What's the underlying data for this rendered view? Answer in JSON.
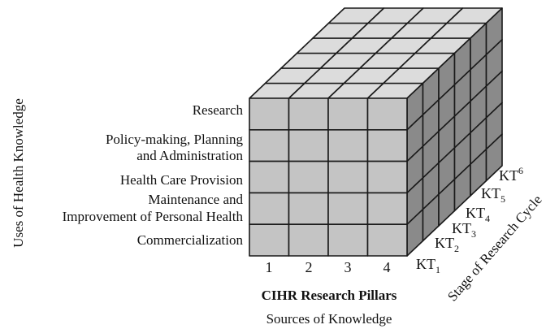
{
  "y_axis_title": "Uses of Health Knowledge",
  "front_rows": [
    {
      "lines": [
        "Research"
      ]
    },
    {
      "lines": [
        "Policy-making, Planning",
        "and Administration"
      ]
    },
    {
      "lines": [
        "Health Care Provision"
      ]
    },
    {
      "lines": [
        "Maintenance and",
        "Improvement of Personal Health"
      ]
    },
    {
      "lines": [
        "Commercialization"
      ]
    }
  ],
  "pillar_numbers": [
    "1",
    "2",
    "3",
    "4"
  ],
  "x_axis_title": "CIHR Research Pillars",
  "x_axis_subtitle": "Sources of Knowledge",
  "depth_labels": [
    {
      "base": "KT",
      "sub": "1"
    },
    {
      "base": "KT",
      "sub": "2"
    },
    {
      "base": "KT",
      "sub": "3"
    },
    {
      "base": "KT",
      "sub": "4"
    },
    {
      "base": "KT",
      "sub": "5"
    },
    {
      "base": "KT",
      "sub": "6"
    }
  ],
  "depth_axis_title": "Stage of Research Cycle",
  "colors": {
    "front": "#c4c4c4",
    "top": "#dcdcdc",
    "side": "#8a8a8a",
    "stroke": "#1a1a1a"
  }
}
